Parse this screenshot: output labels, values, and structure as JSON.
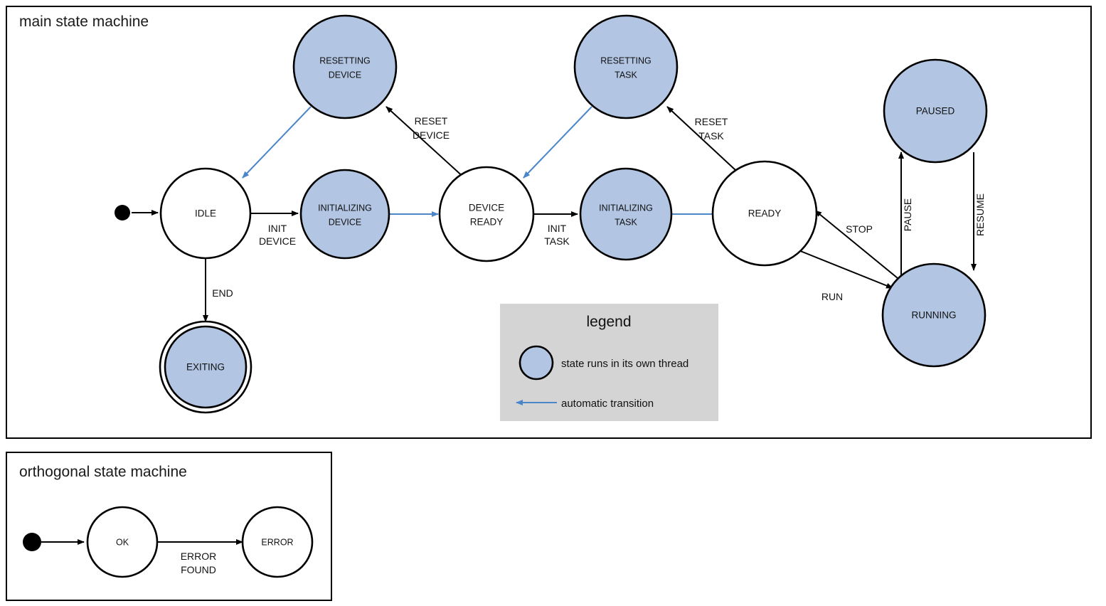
{
  "colors": {
    "thread_state_fill": "#b2c5e3",
    "plain_state_fill": "#ffffff",
    "auto_transition": "#4a86c8",
    "normal_transition": "#000000",
    "legend_bg": "#d4d4d4",
    "frame_border": "#000000"
  },
  "main_frame": {
    "title": "main state machine"
  },
  "orthogonal_frame": {
    "title": "orthogonal state machine"
  },
  "states": {
    "resetting_device": {
      "line1": "RESETTING",
      "line2": "DEVICE"
    },
    "resetting_task": {
      "line1": "RESETTING",
      "line2": "TASK"
    },
    "paused": {
      "line1": "PAUSED",
      "line2": ""
    },
    "idle": {
      "line1": "IDLE",
      "line2": ""
    },
    "initializing_device": {
      "line1": "INITIALIZING",
      "line2": "DEVICE"
    },
    "device_ready": {
      "line1": "DEVICE",
      "line2": "READY"
    },
    "initializing_task": {
      "line1": "INITIALIZING",
      "line2": "TASK"
    },
    "ready": {
      "line1": "READY",
      "line2": ""
    },
    "running": {
      "line1": "RUNNING",
      "line2": ""
    },
    "exiting": {
      "line1": "EXITING",
      "line2": ""
    },
    "ok": {
      "line1": "OK",
      "line2": ""
    },
    "error": {
      "line1": "ERROR",
      "line2": ""
    }
  },
  "transitions": {
    "init_device": {
      "line1": "INIT",
      "line2": "DEVICE"
    },
    "reset_device": {
      "line1": "RESET",
      "line2": "DEVICE"
    },
    "init_task": {
      "line1": "INIT",
      "line2": "TASK"
    },
    "reset_task": {
      "line1": "RESET",
      "line2": "TASK"
    },
    "end": {
      "line1": "END",
      "line2": ""
    },
    "stop": {
      "line1": "STOP",
      "line2": ""
    },
    "run": {
      "line1": "RUN",
      "line2": ""
    },
    "pause": {
      "line1": "PAUSE",
      "line2": ""
    },
    "resume": {
      "line1": "RESUME",
      "line2": ""
    },
    "error_found": {
      "line1": "ERROR",
      "line2": "FOUND"
    }
  },
  "legend": {
    "title": "legend",
    "thread_text": "state runs in its own thread",
    "auto_text": "automatic transition"
  }
}
